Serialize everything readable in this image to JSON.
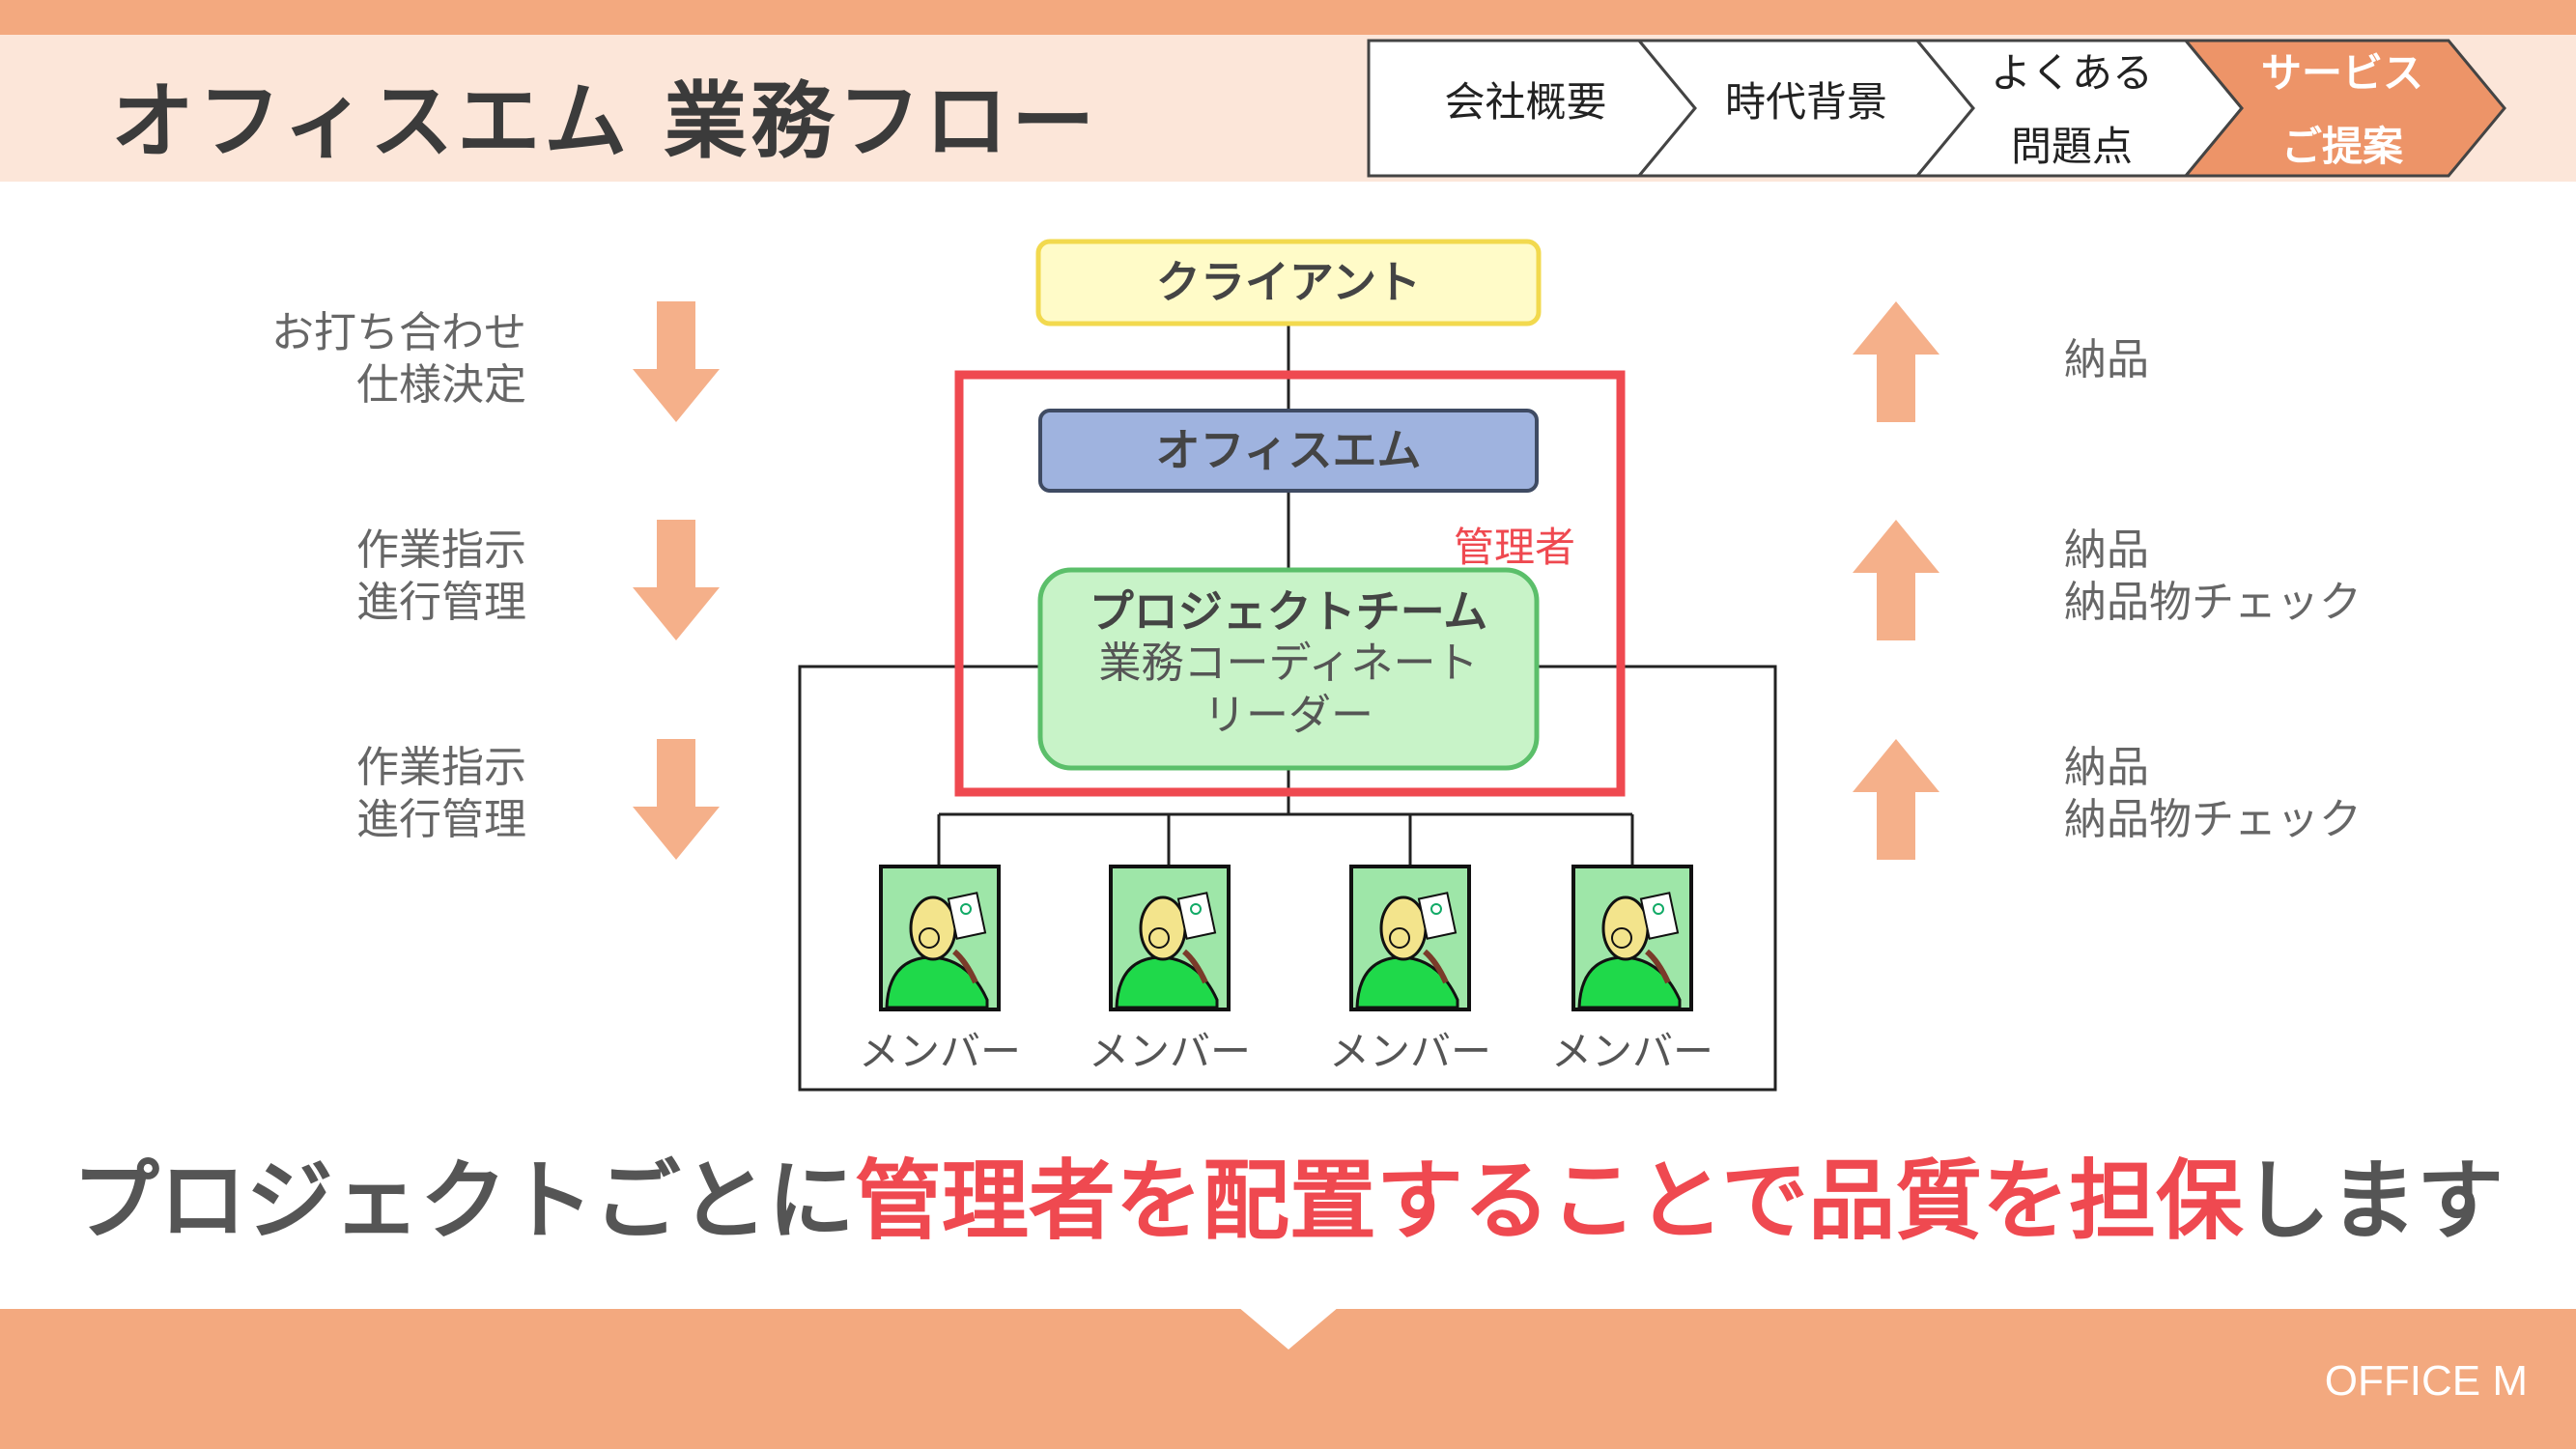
{
  "header": {
    "title": "オフィスエム 業務フロー",
    "steps": [
      {
        "line1": "会社概要",
        "line2": ""
      },
      {
        "line1": "時代背景",
        "line2": ""
      },
      {
        "line1": "よくある",
        "line2": "問題点"
      },
      {
        "line1": "サービス",
        "line2": "ご提案"
      }
    ],
    "active_step": 3
  },
  "left_notes": [
    {
      "line1": "お打ち合わせ",
      "line2": "仕様決定"
    },
    {
      "line1": "作業指示",
      "line2": "進行管理"
    },
    {
      "line1": "作業指示",
      "line2": "進行管理"
    }
  ],
  "right_notes": [
    {
      "line1": "納品",
      "line2": ""
    },
    {
      "line1": "納品",
      "line2": "納品物チェック"
    },
    {
      "line1": "納品",
      "line2": "納品物チェック"
    }
  ],
  "diagram": {
    "client_label": "クライアント",
    "office_label": "オフィスエム",
    "manager_label": "管理者",
    "team_line1": "プロジェクトチーム",
    "team_line2": "業務コーディネート",
    "team_line3": "リーダー",
    "members": [
      "メンバー",
      "メンバー",
      "メンバー",
      "メンバー"
    ]
  },
  "bottom_message": {
    "part1": "プロジェクトごとに",
    "part2": "管理者を配置することで品質を担保",
    "part3": "します"
  },
  "footer": {
    "brand": "OFFICE M"
  },
  "colors": {
    "accent_orange": "#F3A97F",
    "header_bg": "#FCE6D9",
    "arrow": "#F5B08A",
    "red": "#EF4950",
    "client_fill": "#FFFBC8",
    "client_border": "#F2D94E",
    "office_fill": "#9FB3DF",
    "team_fill": "#C8F3C8",
    "team_border": "#5BBF6A"
  }
}
